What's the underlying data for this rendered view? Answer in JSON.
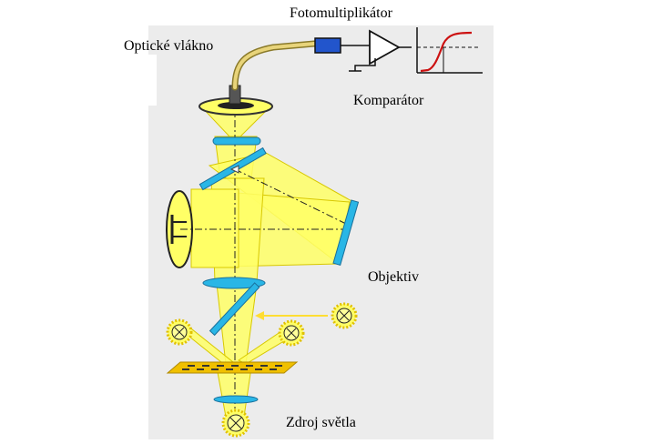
{
  "labels": {
    "fotomultiplikator": "Fotomultiplikátor",
    "opticke_vlakno": "Optické vlákno",
    "komparator": "Komparátor",
    "objektiv": "Objektiv",
    "zdroj_svetla": "Zdroj světla"
  },
  "colors": {
    "panel": "#ececec",
    "beam": "#ffff66",
    "beam_edge": "#d8c800",
    "lens": "#29b6e6",
    "lens_edge": "#1a6f9a",
    "photomultiplier": "#2255cc",
    "comparator_curve": "#cc1111",
    "sample": "#f0c000",
    "fiber": "#c8b24a"
  },
  "icons": [
    "lamp-icon",
    "comparator-amplifier-icon",
    "ground-icon",
    "sigmoid-graph-icon"
  ]
}
